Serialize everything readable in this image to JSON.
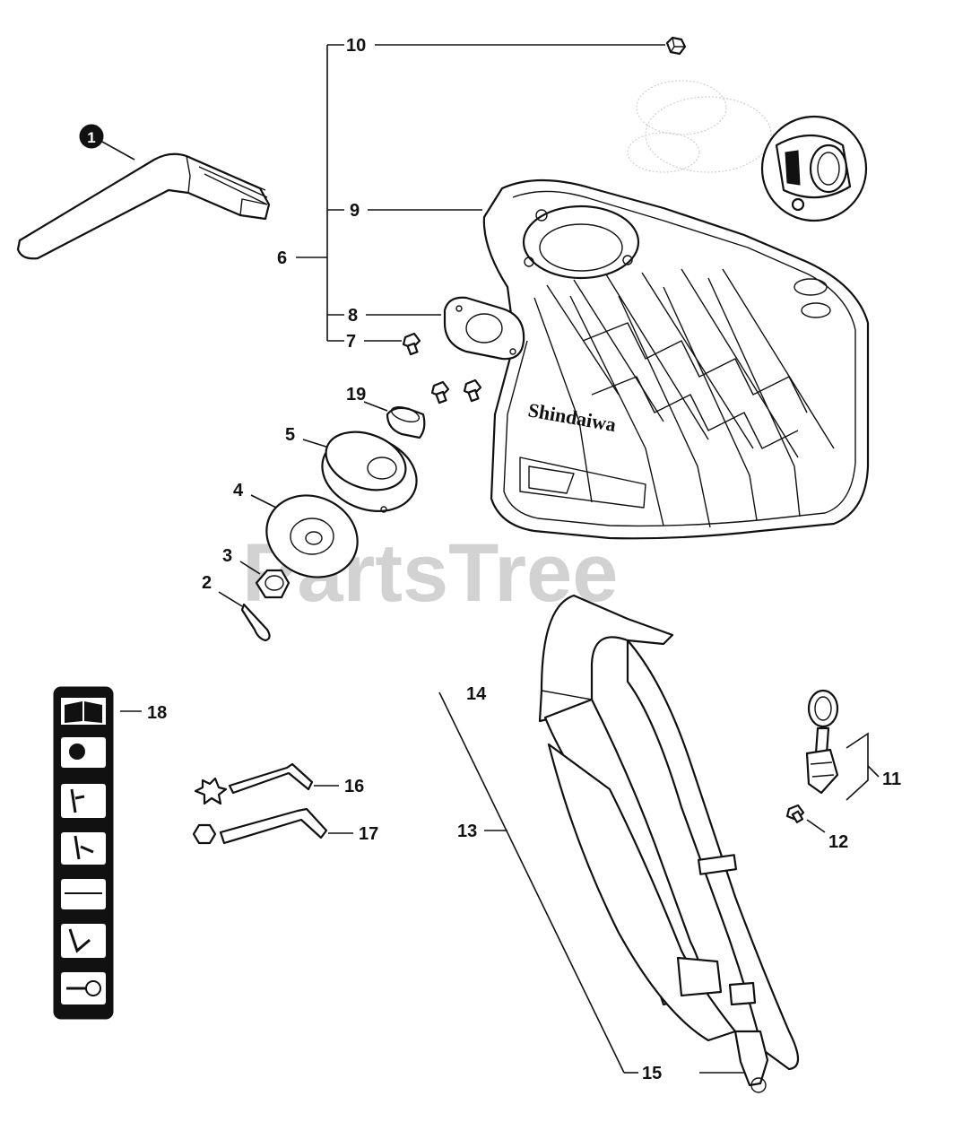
{
  "watermark": "PartsTree",
  "brand_text": "Shindaiwa",
  "callouts": {
    "c1": "1",
    "c2": "2",
    "c3": "3",
    "c4": "4",
    "c5": "5",
    "c6": "6",
    "c7": "7",
    "c8": "8",
    "c9": "9",
    "c10": "10",
    "c11": "11",
    "c12": "12",
    "c13": "13",
    "c14": "14",
    "c15": "15",
    "c16": "16",
    "c17": "17",
    "c18": "18",
    "c19": "19"
  },
  "icons": {
    "handle": "handle-bar-icon",
    "guard": "debris-guard-icon",
    "decal": "warning-decal-icon",
    "harness": "shoulder-harness-icon",
    "hanger": "hanger-ring-icon",
    "torx": "torx-wrench-icon",
    "hex": "hex-wrench-icon"
  }
}
